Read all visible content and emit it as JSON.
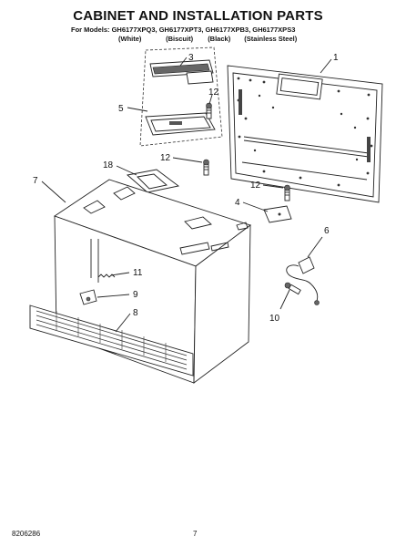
{
  "header": {
    "title": "CABINET AND INSTALLATION PARTS",
    "models": "For Models: GH6177XPQ3, GH6177XPT3, GH6177XPB3, GH6177XPS3",
    "variants": [
      "(White)",
      "(Biscuit)",
      "(Black)",
      "(Stainless Steel)"
    ]
  },
  "callouts": {
    "c1": "1",
    "c3": "3",
    "c4": "4",
    "c5": "5",
    "c6": "6",
    "c7": "7",
    "c8": "8",
    "c9": "9",
    "c10": "10",
    "c11": "11",
    "c12a": "12",
    "c12b": "12",
    "c12c": "12",
    "c18": "18"
  },
  "footer": {
    "doc_number": "8206286",
    "page": "7"
  }
}
